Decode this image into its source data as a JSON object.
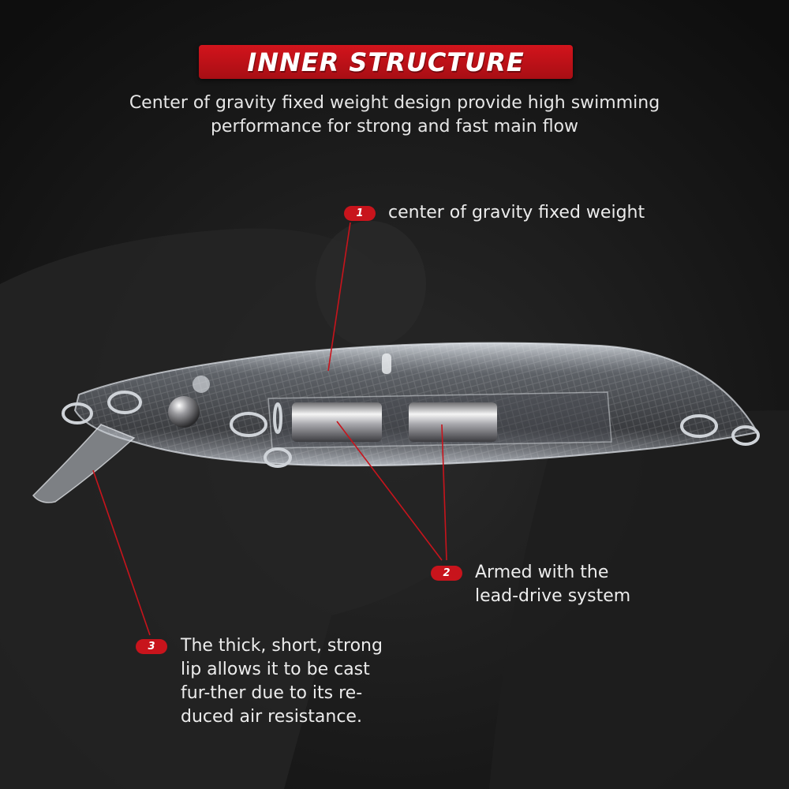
{
  "title": "INNER STRUCTURE",
  "subtitle_lines": [
    "Center of gravity fixed weight design provide high swimming",
    "performance for strong and fast main flow"
  ],
  "callouts": [
    {
      "number": "1",
      "lines": [
        "center of gravity fixed weight"
      ]
    },
    {
      "number": "2",
      "lines": [
        "Armed with the",
        "lead-drive system"
      ]
    },
    {
      "number": "3",
      "lines": [
        "The thick, short, strong",
        "lip allows it to be cast",
        "fur-ther due to its re-",
        "duced air resistance."
      ]
    }
  ],
  "colors": {
    "accent_red": "#c8141c",
    "background": "#131313",
    "text": "#ececec"
  }
}
